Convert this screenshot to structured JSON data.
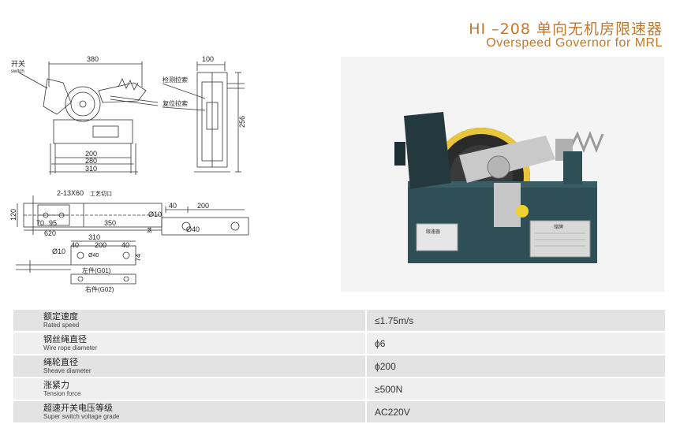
{
  "header": {
    "title_cn": "HI –208 单向无机房限速器",
    "title_en": "Overspeed Governor for MRL"
  },
  "drawing_labels": {
    "switch_cn": "开关",
    "switch_en": "switch",
    "dim_380": "380",
    "dim_100": "100",
    "dim_200": "200",
    "dim_280": "280",
    "dim_310": "310",
    "dim_256": "256",
    "detect_pull": "检测拉索",
    "reset_pull": "复位拉索",
    "holes": "2-13X60",
    "process_cut": "工艺切口",
    "dim_120": "120",
    "dim_70": "70",
    "dim_95": "95",
    "dim_620": "620",
    "dim_350": "350",
    "phi10_a": "Ø10",
    "dim_40_a": "40",
    "dim_200_b": "200",
    "dim_34": "34",
    "phi40_a": "Ø40",
    "dim_310_b": "310",
    "phi10_b": "Ø10",
    "dim_40_b": "40",
    "dim_200_c": "200",
    "dim_40_c": "40",
    "phi40_b": "Ø40",
    "dim_74": "74",
    "left_part": "左件(G01)",
    "right_part": "右件(G02)",
    "nameplate_left": "限速器",
    "nameplate_right": "铭牌"
  },
  "specs": [
    {
      "label_cn": "额定速度",
      "label_en": "Rated speed",
      "value": "≤1.75m/s"
    },
    {
      "label_cn": "钢丝绳直径",
      "label_en": "Wire rope diameter",
      "value": "ϕ6"
    },
    {
      "label_cn": "绳轮直径",
      "label_en": "Sheave diameter",
      "value": "ϕ200"
    },
    {
      "label_cn": "涨紧力",
      "label_en": "Tension force",
      "value": "≥500N"
    },
    {
      "label_cn": "超速开关电压等级",
      "label_en": "Super switch voltage grade",
      "value": "AC220V"
    }
  ],
  "colors": {
    "title": "#c0792e",
    "housing": "#2f4f56",
    "sheave_ring": "#e8c53a",
    "row_odd": "#e3e3e3",
    "row_even": "#efefef"
  }
}
